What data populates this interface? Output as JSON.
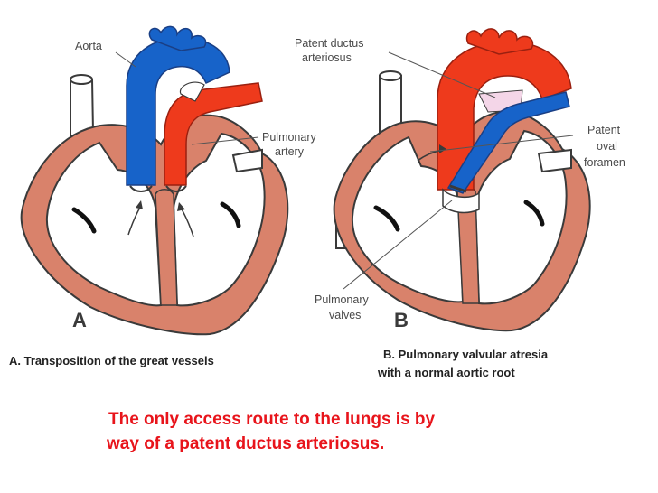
{
  "diagram": {
    "panel_a": {
      "letter": "A",
      "labels": {
        "aorta": "Aorta",
        "pulmonary_artery": [
          "Pulmonary",
          "artery"
        ]
      }
    },
    "panel_b": {
      "letter": "B",
      "labels": {
        "patent_ductus_arteriosus": [
          "Patent ductus",
          "arteriosus"
        ],
        "patent_oval_foramen": [
          "Patent",
          "oval",
          "foramen"
        ],
        "pulmonary_valves": [
          "Pulmonary",
          "valves"
        ]
      }
    },
    "colors": {
      "aorta_blue": "#1763c9",
      "pulmonary_red": "#ee3a1c",
      "myocardium": "#d9826b",
      "outline": "#3a3a3a",
      "note_red": "#e8141b"
    }
  },
  "captions": {
    "a": "A. Transposition of the great vessels",
    "b_line1": "B. Pulmonary valvular atresia",
    "b_line2": "with a normal aortic root"
  },
  "note": {
    "line1": "The only access route to the lungs is by",
    "line2": "way of a patent ductus arteriosus."
  }
}
